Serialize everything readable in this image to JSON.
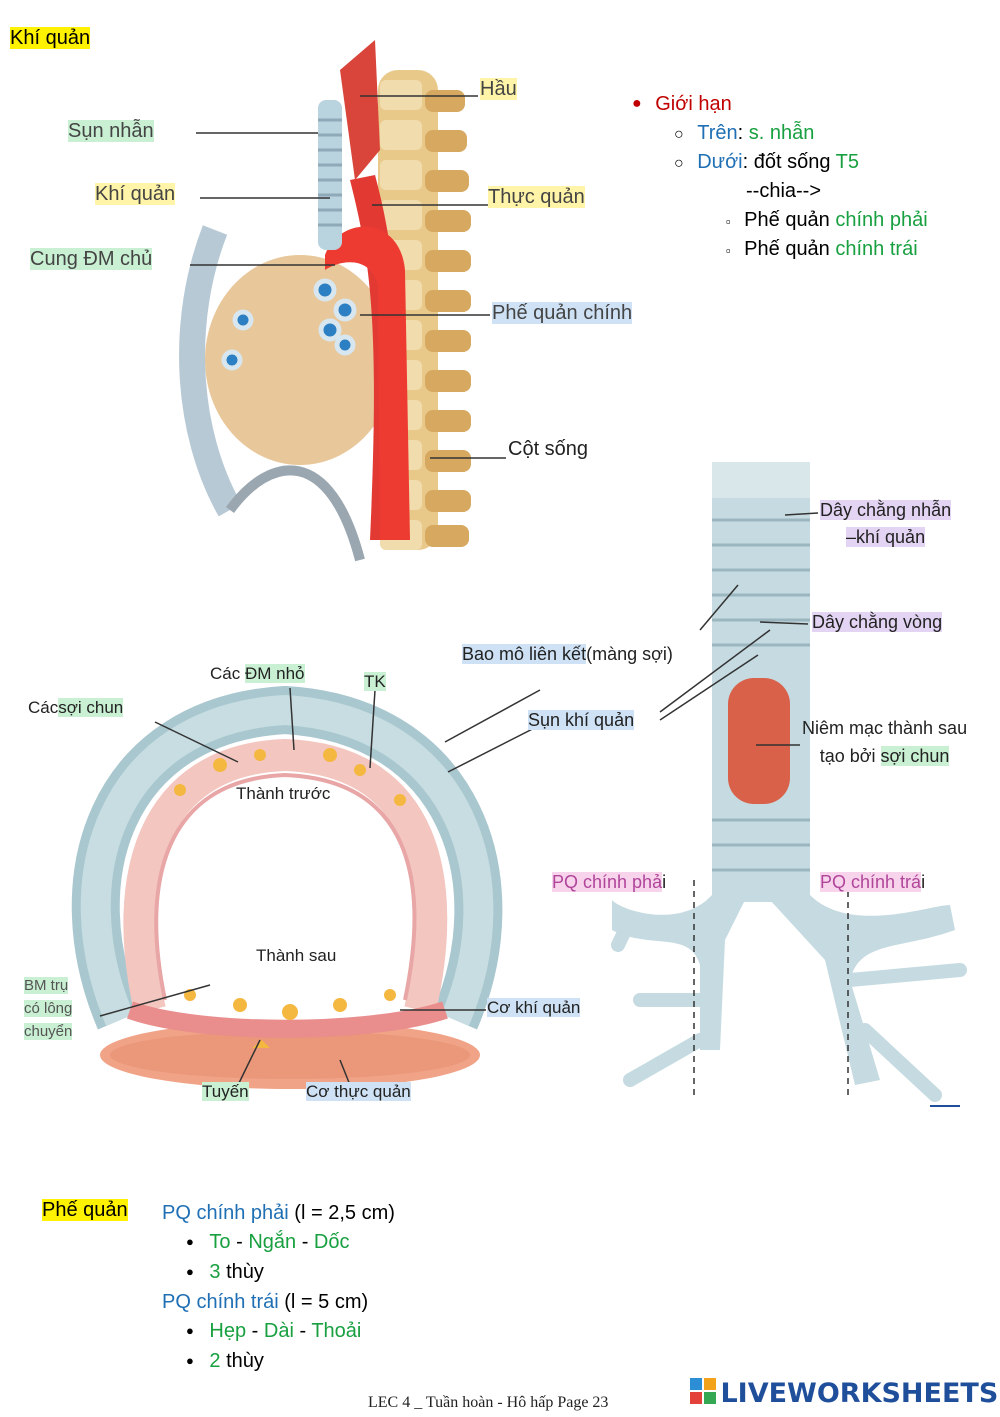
{
  "section1": {
    "title": "Khí quản"
  },
  "fig1": {
    "labels": {
      "hau": "Hầu",
      "sun_nhan": "Sụn nhẫn",
      "khi_quan": "Khí quản",
      "thuc_quan": "Thực quản",
      "cung_dm_chu": "Cung ĐM chủ",
      "phe_quan_chinh": "Phế quản chính",
      "cot_song": "Cột sống"
    }
  },
  "outline1": {
    "bullet": "Giới hạn",
    "tren_key": "Trên",
    "tren_val": "s. nhẫn",
    "duoi_key": "Dưới",
    "duoi_mid": ": đốt sống ",
    "duoi_val": "T5",
    "chia": "--chia-->",
    "sub1_a": "Phế quản ",
    "sub1_b": "chính phải",
    "sub2_a": "Phế quản ",
    "sub2_b": "chính trái"
  },
  "fig2": {
    "labels": {
      "cac_dm_nho_a": "Các ",
      "cac_dm_nho_b": "ĐM nhỏ",
      "tk": "TK",
      "cac_soi_chun_a": "Các",
      "cac_soi_chun_b": "sợi chun",
      "thanh_truoc": "Thành trước",
      "thanh_sau": "Thành sau",
      "bm_tru": "BM trụ",
      "co_long": "có lông",
      "chuyen": "chuyển",
      "co_khi_quan": "Cơ khí quản",
      "tuyen": "Tuyến",
      "co_thuc_quan": "Cơ thực quản"
    }
  },
  "fig3": {
    "labels": {
      "bao_mo_a": "Bao mô liên kết",
      "bao_mo_b": "(màng sợi)",
      "sun_khi_quan": "Sụn khí quản",
      "day_chang_nhan_1": "Dây chằng nhẫn",
      "day_chang_nhan_2": "–khí quản",
      "day_chang_vong": "Dây chằng vòng",
      "niem_mac_1": "Niêm mạc thành sau",
      "niem_mac_2a": "tạo bởi ",
      "niem_mac_2b": "sợi chun",
      "pq_phai": "PQ chính phả",
      "pq_phai_i": "i",
      "pq_trai": "PQ chính trá",
      "pq_trai_i": "i"
    }
  },
  "section2": {
    "title": "Phế quản",
    "right_head_a": "PQ chính phải",
    "right_head_b": " (l = 2,5 cm)",
    "r1_a": "To",
    "r1_sep1": " - ",
    "r1_b": "Ngắn",
    "r1_sep2": " - ",
    "r1_c": "Dốc",
    "r2_num": "3",
    "r2_txt": " thùy",
    "left_head_a": "PQ chính trái",
    "left_head_b": " (l = 5 cm)",
    "l1_a": "Hẹp",
    "l1_sep1": " - ",
    "l1_b": "Dài",
    "l1_sep2": " - ",
    "l1_c": "Thoải",
    "l2_num": "2",
    "l2_txt": " thùy"
  },
  "footer": {
    "text": "LEC 4 _ Tuần hoàn - Hô hấp Page 23",
    "logo": "LIVEWORKSHEETS"
  },
  "colors": {
    "highlight_yellow": "#fff200",
    "red": "#c00000",
    "blue": "#1f6fb4",
    "green": "#18a040"
  }
}
